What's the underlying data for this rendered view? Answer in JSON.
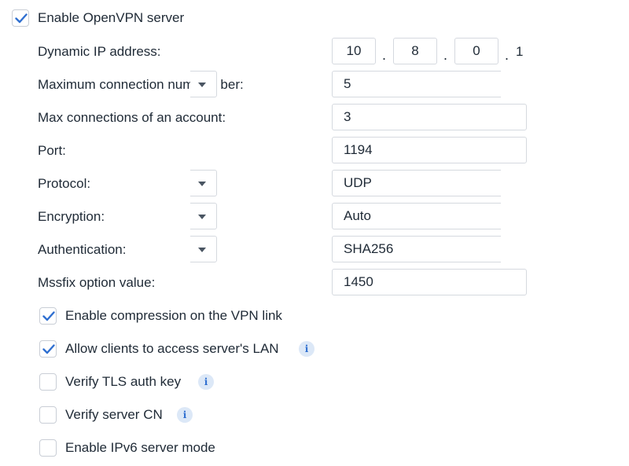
{
  "enable_server": {
    "label": "Enable OpenVPN server",
    "checked": true
  },
  "dynamic_ip": {
    "label": "Dynamic IP address:",
    "octets": [
      "10",
      "8",
      "0"
    ],
    "last_octet": "1",
    "separator": "."
  },
  "max_conn": {
    "label_prefix": "Maximum connection num",
    "label_suffix": "ber:",
    "value": "5"
  },
  "max_account": {
    "label": "Max connections of an account:",
    "value": "3"
  },
  "port": {
    "label": "Port:",
    "value": "1194"
  },
  "protocol": {
    "label": "Protocol:",
    "value": "UDP"
  },
  "encryption": {
    "label": "Encryption:",
    "value": "Auto"
  },
  "authentication": {
    "label": "Authentication:",
    "value": "SHA256"
  },
  "mssfix": {
    "label": "Mssfix option value:",
    "value": "1450"
  },
  "options": [
    {
      "label": "Enable compression on the VPN link",
      "checked": true,
      "info": false
    },
    {
      "label": "Allow clients to access server's LAN",
      "checked": true,
      "info": true
    },
    {
      "label": "Verify TLS auth key",
      "checked": false,
      "info": true
    },
    {
      "label": "Verify server CN",
      "checked": false,
      "info": true
    },
    {
      "label": "Enable IPv6 server mode",
      "checked": false,
      "info": false
    }
  ],
  "info_glyph": "i",
  "accent_color": "#2f6fd0"
}
